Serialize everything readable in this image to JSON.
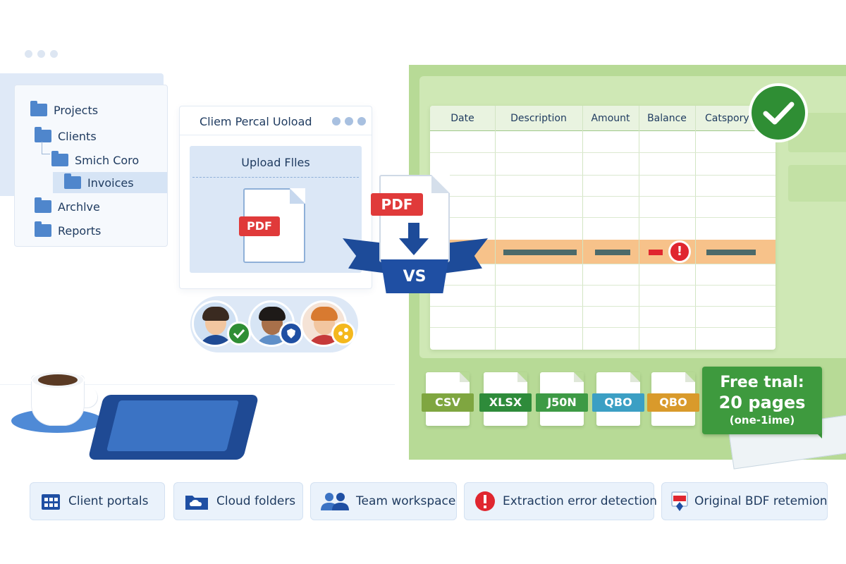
{
  "folder_tree": {
    "items": [
      {
        "label": "Projects"
      },
      {
        "label": "Clients"
      },
      {
        "label": "Smich Coro"
      },
      {
        "label": "Invoices",
        "selected": true
      },
      {
        "label": "Archlve"
      },
      {
        "label": "Reports"
      }
    ]
  },
  "upload_panel": {
    "title": "Cliem Percal Uoload",
    "dropzone_label": "Upload Flles",
    "file_tag": "PDF"
  },
  "center_badge": {
    "file_tag": "PDF",
    "ribbon_label": "VS"
  },
  "table": {
    "columns": [
      "Date",
      "Description",
      "Amount",
      "Balance",
      "Catspory"
    ],
    "error_row_index": 6
  },
  "export_formats": [
    "CSV",
    "XLSX",
    "J50N",
    "QBO",
    "QBO"
  ],
  "trial": {
    "line1": "Free tnal:",
    "line2": "20 pages",
    "line3": "(one-1ime)"
  },
  "features": [
    {
      "label": "Client portals",
      "icon": "building-icon"
    },
    {
      "label": "Cloud folders",
      "icon": "cloud-folder-icon"
    },
    {
      "label": "Team workspace",
      "icon": "team-icon"
    },
    {
      "label": "Extraction error detection",
      "icon": "alert-icon"
    },
    {
      "label": "Original BDF retemion",
      "icon": "pdf-pin-icon"
    }
  ],
  "colors": {
    "brand_blue": "#1f4fa3",
    "green_panel": "#b7da96",
    "accent_green": "#3e9a3e",
    "error_red": "#e0262f",
    "error_row": "#f7c28a",
    "csv": "#7fa640",
    "xlsx": "#2e8b3a",
    "json": "#3d9a45",
    "qbo_blue": "#3b9fc4",
    "qbo_orange": "#d99a2b"
  }
}
